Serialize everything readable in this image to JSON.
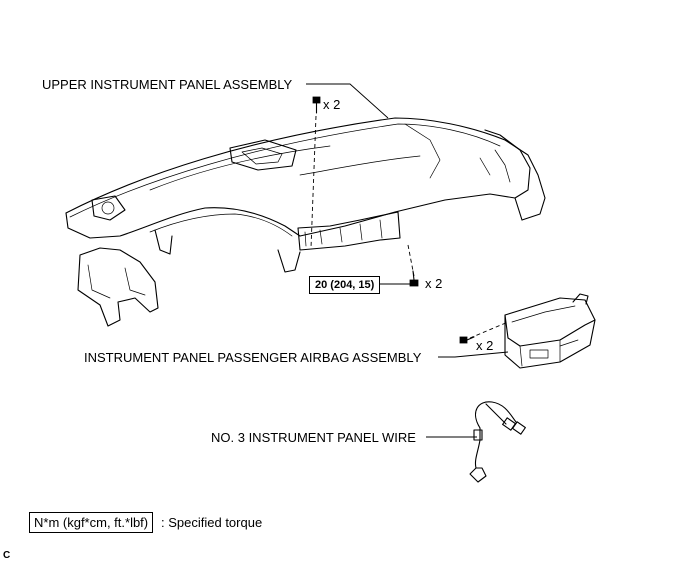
{
  "labels": {
    "upper_panel": "UPPER INSTRUMENT PANEL ASSEMBLY",
    "airbag": "INSTRUMENT PANEL PASSENGER AIRBAG ASSEMBLY",
    "wire": "NO. 3 INSTRUMENT PANEL WIRE"
  },
  "quantities": {
    "top_bolt": "x 2",
    "lower_bolt": "x 2",
    "airbag_bolt": "x 2"
  },
  "torque_box": "20 (204, 15)",
  "legend": {
    "box_text": "N*m (kgf*cm, ft.*lbf)",
    "description": ": Specified torque"
  },
  "figure_code": "C"
}
